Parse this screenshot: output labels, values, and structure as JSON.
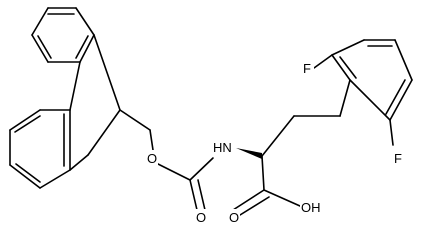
{
  "molecule": {
    "atoms": {
      "f_top": "F",
      "f_bottom": "F",
      "nh": "HN",
      "o_ester": "O",
      "o_carbonyl": "O",
      "o_acid": "O",
      "oh": "OH"
    },
    "colors": {
      "bond": "#000000",
      "label": "#000000",
      "background": "#ffffff"
    }
  }
}
